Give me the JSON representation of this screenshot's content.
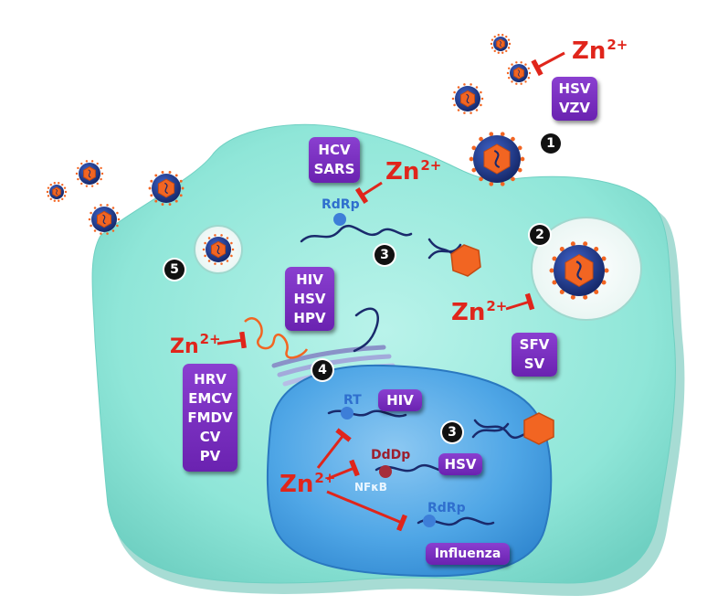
{
  "zinc": {
    "base": "Zn",
    "charge": "2+"
  },
  "steps": [
    "1",
    "2",
    "3",
    "4",
    "5"
  ],
  "virus_groups": {
    "hsv_vzv": [
      "HSV",
      "VZV"
    ],
    "hcv_sars": [
      "HCV",
      "SARS"
    ],
    "hiv_hsv_hpv": [
      "HIV",
      "HSV",
      "HPV"
    ],
    "sfv_sv": [
      "SFV",
      "SV"
    ],
    "picorna": [
      "HRV",
      "EMCV",
      "FMDV",
      "CV",
      "PV"
    ],
    "nucleus_hiv": "HIV",
    "nucleus_hsv": "HSV",
    "nucleus_influenza": "Influenza"
  },
  "enzymes": {
    "rdrp_cytoplasm": "RdRp",
    "rt": "RT",
    "dddp": "DdDp",
    "nfkb": "NFκB",
    "rdrp_nucleus": "RdRp"
  },
  "colors": {
    "cell": "#8fe6d8",
    "cell_edge": "#5fbfb0",
    "nucleus": "#4fa6e6",
    "virus_box": "#7a2fc4",
    "zinc_red": "#e0251b",
    "capsid": "#f26522",
    "envelope": "#1f3a8a"
  }
}
